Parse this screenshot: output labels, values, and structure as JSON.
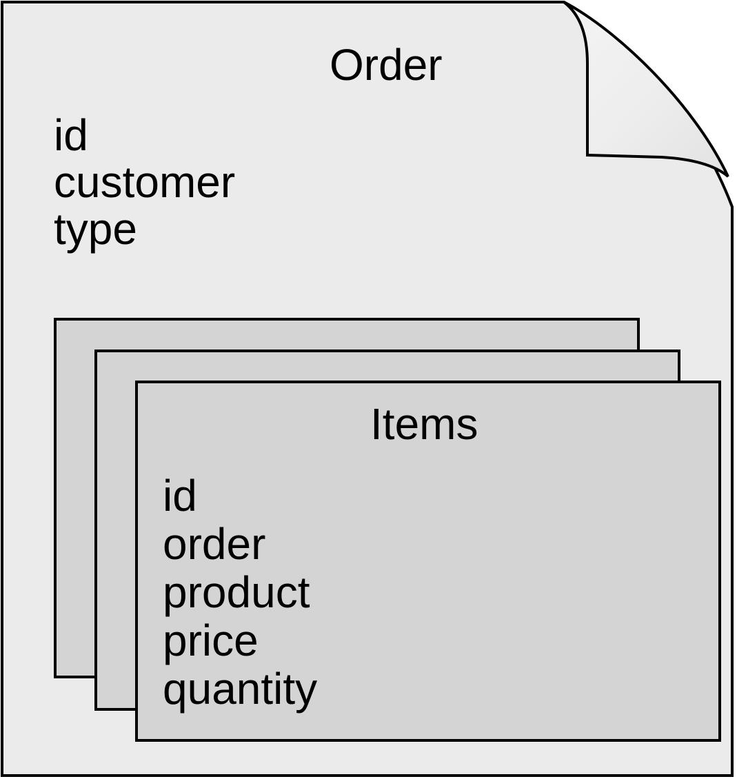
{
  "diagram": {
    "kind": "embedded-document data model",
    "colors": {
      "background": "#ffffff",
      "page_fill": "#ebebeb",
      "card_fill": "#d4d4d4",
      "curl_highlight": "#f4f4f4",
      "curl_shade": "#e2e2e2",
      "line": "#000000"
    },
    "order": {
      "title": "Order",
      "fields": [
        "id",
        "customer",
        "type"
      ]
    },
    "items": {
      "title": "Items",
      "stack_count": 3,
      "fields": [
        "id",
        "order",
        "product",
        "price",
        "quantity"
      ]
    }
  }
}
